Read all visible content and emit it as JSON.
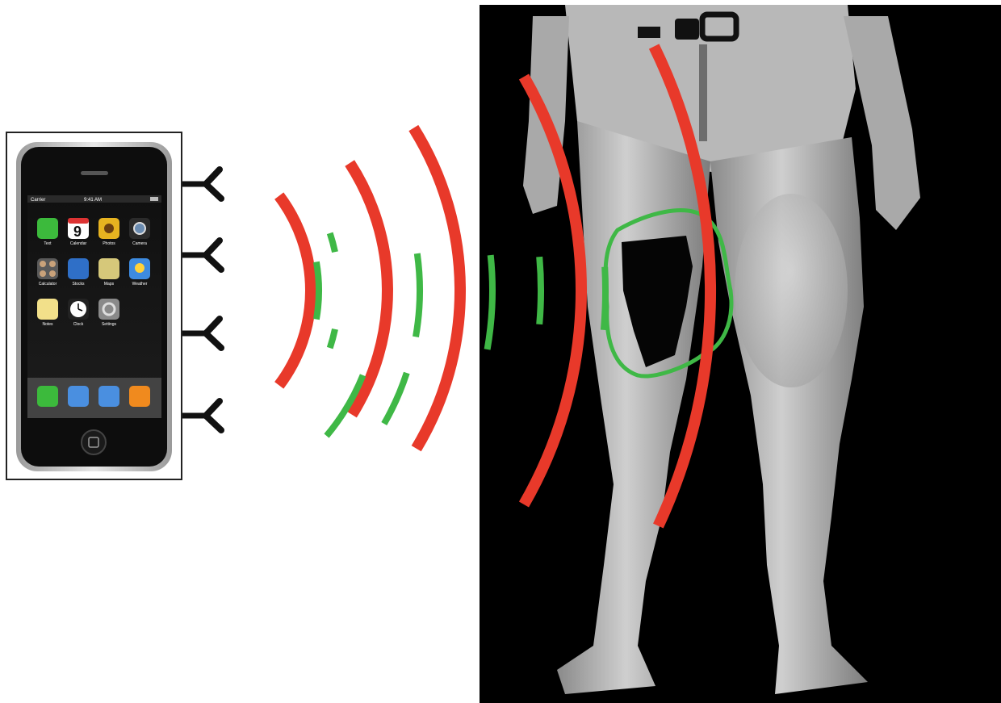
{
  "phone": {
    "carrier": "Carrier",
    "time": "9:41 AM",
    "calendar_day": "9",
    "apps": [
      {
        "name": "Text",
        "icon": "sms-icon",
        "color": "#3cba3c"
      },
      {
        "name": "Calendar",
        "icon": "calendar-icon",
        "color": "#ffffff"
      },
      {
        "name": "Photos",
        "icon": "sunflower-icon",
        "color": "#e7b320"
      },
      {
        "name": "Camera",
        "icon": "camera-icon",
        "color": "#2b2b2b"
      },
      {
        "name": "Calculator",
        "icon": "calculator-icon",
        "color": "#5a5a5a"
      },
      {
        "name": "Stocks",
        "icon": "stocks-icon",
        "color": "#2f6fc7"
      },
      {
        "name": "Maps",
        "icon": "map-icon",
        "color": "#d6c87a"
      },
      {
        "name": "Weather",
        "icon": "weather-icon",
        "color": "#3d8be0"
      },
      {
        "name": "Notes",
        "icon": "notes-icon",
        "color": "#f2e08a"
      },
      {
        "name": "Clock",
        "icon": "clock-icon",
        "color": "#222222"
      },
      {
        "name": "Settings",
        "icon": "settings-icon",
        "color": "#8a8a8a"
      }
    ],
    "dock": [
      {
        "icon": "phone-icon",
        "color": "#3cba3c"
      },
      {
        "icon": "mail-icon",
        "color": "#4a8fe0"
      },
      {
        "icon": "safari-icon",
        "color": "#4a8fe0"
      },
      {
        "icon": "ipod-icon",
        "color": "#f08a1e"
      }
    ]
  },
  "colors": {
    "wave_red": "#e8392a",
    "wave_green": "#3fb846",
    "antenna": "#111111",
    "scan_background": "#000000"
  },
  "antenna_count": 4
}
